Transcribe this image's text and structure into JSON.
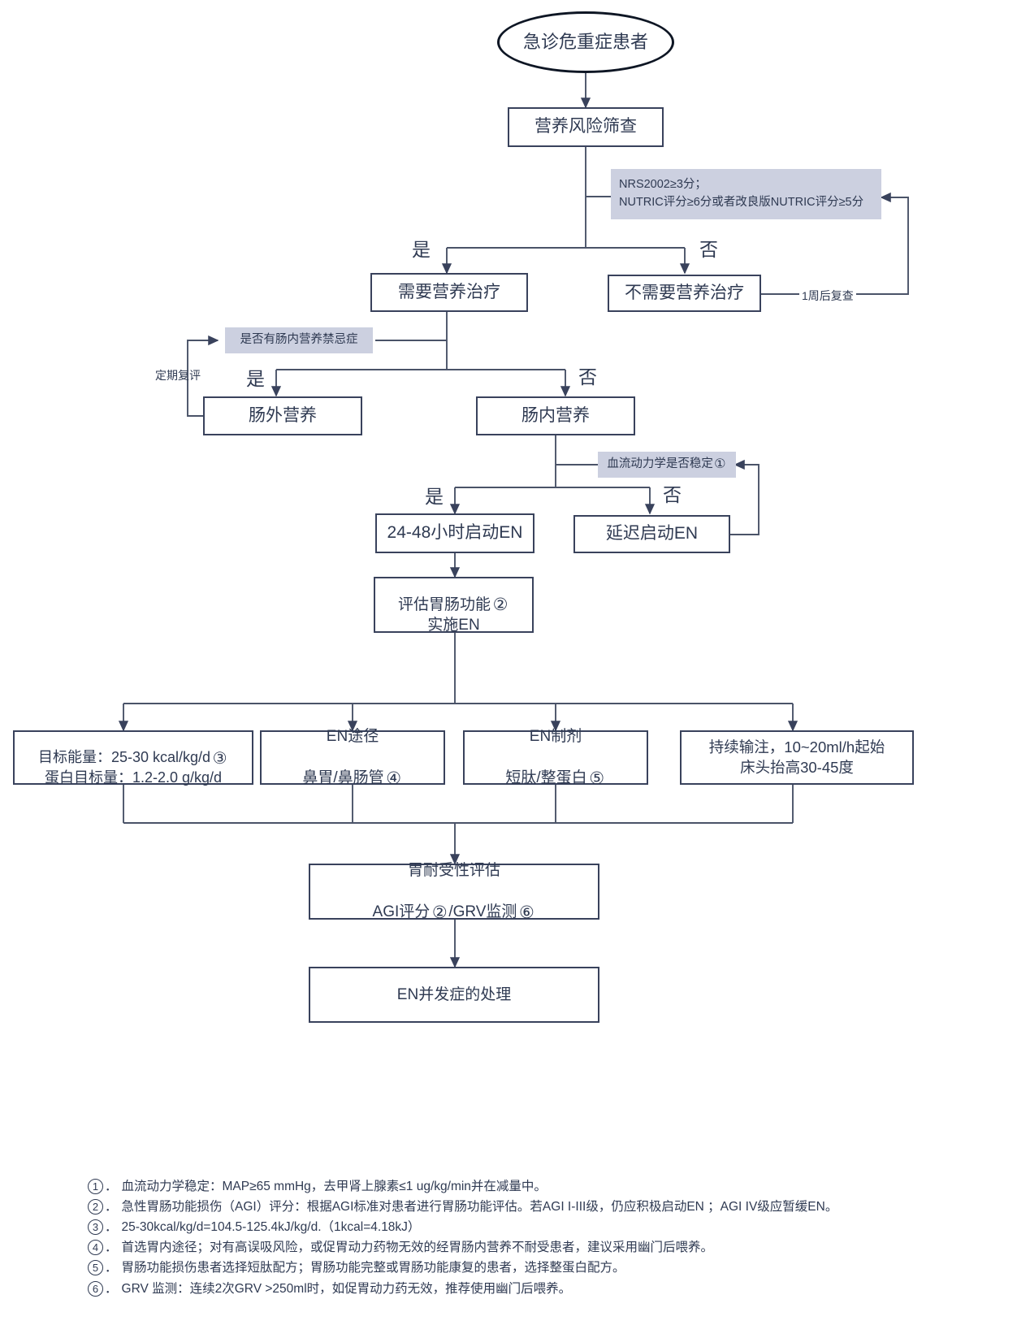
{
  "title": "急诊危重症患者营养治疗流程图",
  "nodes": {
    "start": "急诊危重症患者",
    "screening": "营养风险筛查",
    "need_nutrition": "需要营养治疗",
    "no_need_nutrition": "不需要营养治疗",
    "parenteral": "肠外营养",
    "enteral": "肠内营养",
    "start_en_24_48": "24-48小时启动EN",
    "delay_en": "延迟启动EN",
    "assess_gi_line1": "评估胃肠功能",
    "assess_gi_mark": "②",
    "assess_gi_line2": "实施EN",
    "target_energy_line1_pre": "目标能量：25-30 kcal/kg/d",
    "target_energy_mark": "③",
    "target_energy_line2": "蛋白目标量：1.2-2.0 g/kg/d",
    "en_route_line1": "EN途径",
    "en_route_line2_pre": "鼻胃/鼻肠管",
    "en_route_mark": "④",
    "en_formula_line1": "EN制剂",
    "en_formula_line2_pre": "短肽/整蛋白",
    "en_formula_mark": "⑤",
    "infusion_line1": "持续输注，10~20ml/h起始",
    "infusion_line2": "床头抬高30-45度",
    "tolerance_line1": "胃耐受性评估",
    "tolerance_line2_a": "AGI评分",
    "tolerance_mark_a": "②",
    "tolerance_line2_b": "/GRV监测",
    "tolerance_mark_b": "⑥",
    "en_complications": "EN并发症的处理"
  },
  "conditions": {
    "nrs_line1": "NRS2002≥3分；",
    "nrs_line2": "NUTRIC评分≥6分或者改良版NUTRIC评分≥5分",
    "en_contraindication": "是否有肠内营养禁忌症",
    "hemodynamic_pre": "血流动力学是否稳定",
    "hemodynamic_mark": "①"
  },
  "edge_labels": {
    "yes_1": "是",
    "no_1": "否",
    "recheck_1week": "1周后复查",
    "yes_2": "是",
    "no_2": "否",
    "periodic_review": "定期复评",
    "yes_3": "是",
    "no_3": "否"
  },
  "footnotes": [
    {
      "num": "①",
      "dot": "．",
      "text": "血流动力学稳定：MAP≥65 mmHg，去甲肾上腺素≤1 ug/kg/min并在减量中。"
    },
    {
      "num": "②",
      "dot": "．",
      "text": "急性胃肠功能损伤（AGI）评分：根据AGI标准对患者进行胃肠功能评估。若AGI I-III级，仍应积极启动EN ；AGI IV级应暂缓EN。"
    },
    {
      "num": "③",
      "dot": "．",
      "text": " 25-30kcal/kg/d=104.5-125.4kJ/kg/d.（1kcal=4.18kJ）"
    },
    {
      "num": "④",
      "dot": "．",
      "text": "首选胃内途径；对有高误吸风险，或促胃动力药物无效的经胃肠内营养不耐受患者，建议采用幽门后喂养。"
    },
    {
      "num": "⑤",
      "dot": "．",
      "text": "胃肠功能损伤患者选择短肽配方；胃肠功能完整或胃肠功能康复的患者，选择整蛋白配方。"
    },
    {
      "num": "⑥",
      "dot": "．",
      "text": "GRV 监测：连续2次GRV >250ml时，如促胃动力药无效，推荐使用幽门后喂养。"
    }
  ],
  "colors": {
    "box_border": "#39425c",
    "condition_bg": "#ccd0e0",
    "text": "#2f3a52",
    "line": "#4a5368",
    "background": "#ffffff"
  }
}
